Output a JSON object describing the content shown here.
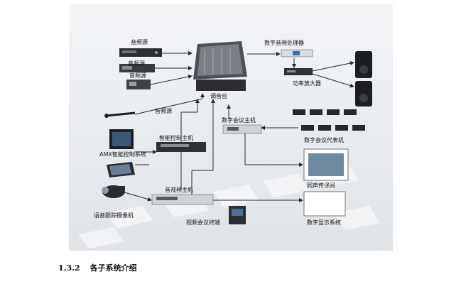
{
  "diagram": {
    "labels": {
      "audio_source_1": "音频源",
      "audio_source_2": "音频源",
      "audio_source_3": "音频源",
      "audio_source_4": "音频源",
      "mixer": "调音台",
      "digital_audio_processor": "数字音频处理器",
      "power_amplifier": "功率放大器",
      "conference_host": "数字会议主机",
      "delegate_units": "数字会议代表机",
      "control_host": "智能控制主机",
      "amx_system": "AMX智能控制系统",
      "av_host": "音视频主机",
      "interpretation_room": "同声传译间",
      "tracking_camera": "语音跟踪摄像机",
      "video_terminal": "视频会议终端",
      "display_system": "数字显示系统"
    },
    "colors": {
      "background": "#e8ebee",
      "line": "#2a2a2a"
    }
  },
  "section": {
    "number": "1.3.2",
    "title": "各子系统介绍"
  }
}
